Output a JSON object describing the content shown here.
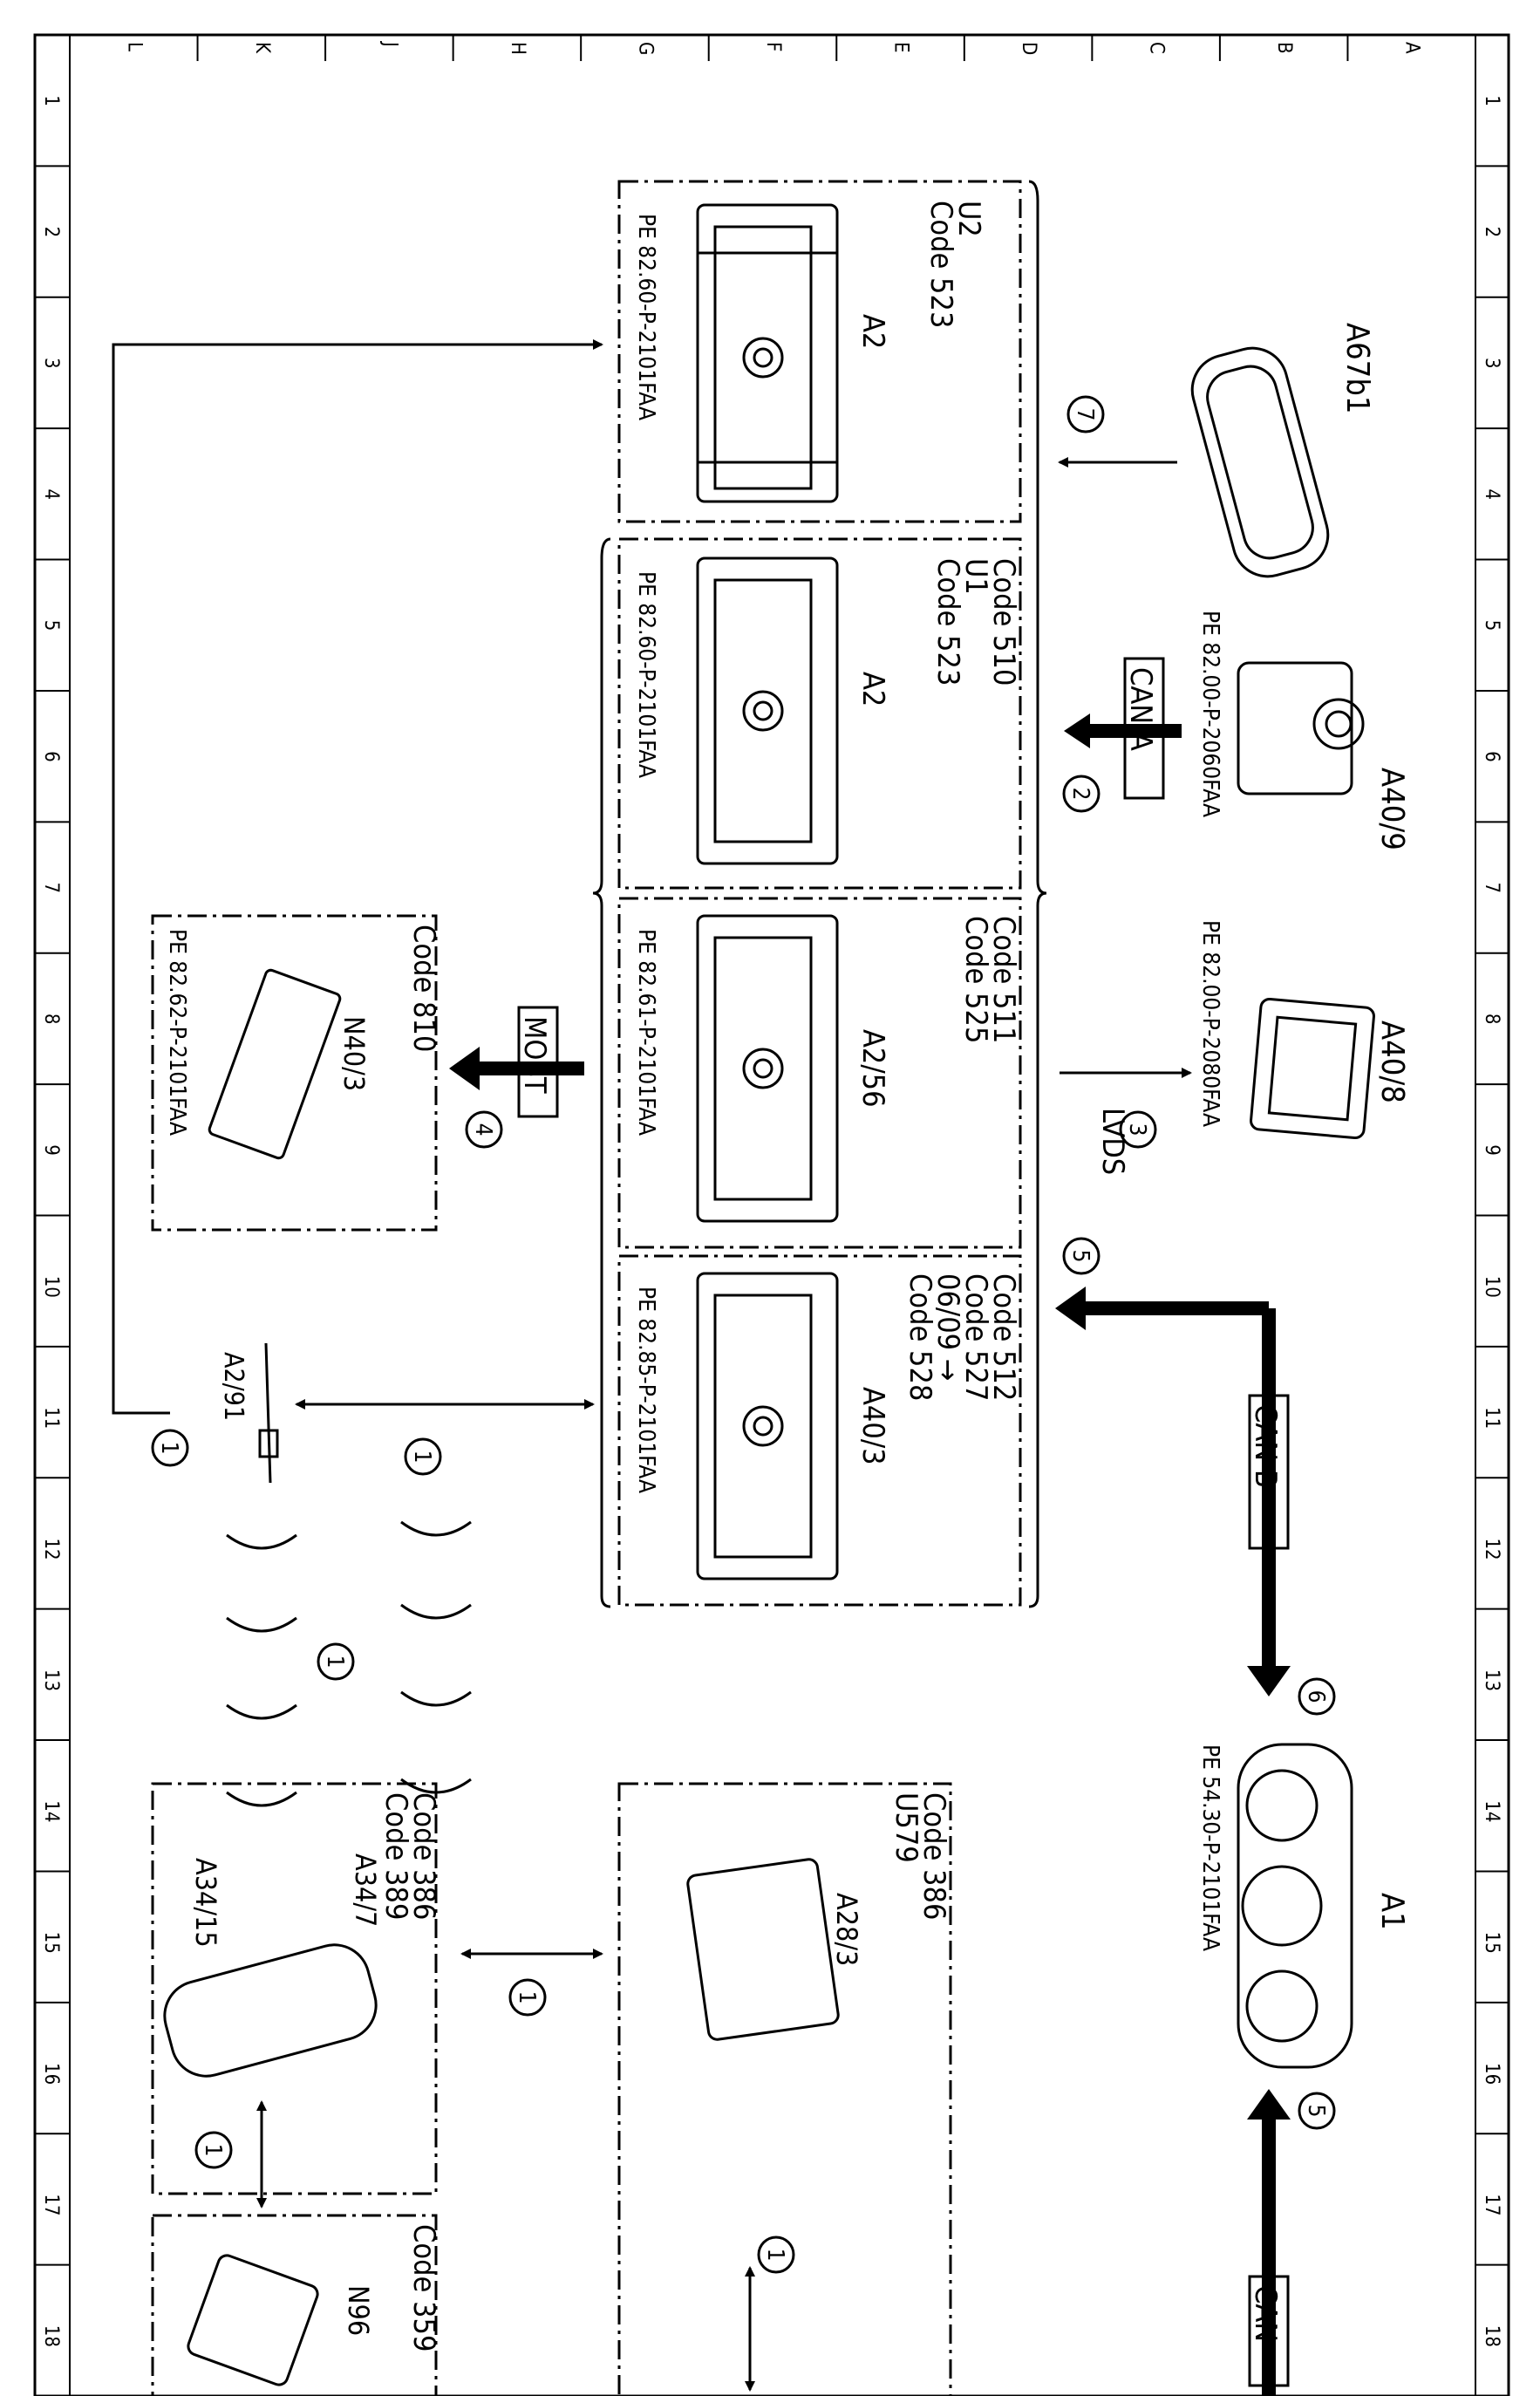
{
  "grid": {
    "columns": [
      "L",
      "K",
      "J",
      "H",
      "G",
      "F",
      "E",
      "D",
      "C",
      "B",
      "A"
    ],
    "rows": [
      "1",
      "2",
      "3",
      "4",
      "5",
      "6",
      "7",
      "8",
      "9",
      "10",
      "11",
      "12",
      "13",
      "14",
      "15",
      "16",
      "17",
      "18"
    ]
  },
  "components": {
    "a2_u2": {
      "codes": [
        "U2",
        "Code  523"
      ],
      "label": "A2",
      "ref": "PE  82.60-P-2101FAA"
    },
    "a2_u1": {
      "codes": [
        "Code  510",
        "U1",
        "Code  523"
      ],
      "label": "A2",
      "ref": "PE  82.60-P-2101FAA"
    },
    "a2_56": {
      "codes": [
        "Code  511",
        "Code  525"
      ],
      "label": "A2/56",
      "ref": "PE  82.61-P-2101FAA"
    },
    "a40_3": {
      "codes": [
        "Code  512",
        "Code  527",
        "06/09 →",
        "Code  528"
      ],
      "label": "A40/3",
      "ref": "PE  82.85-P-2101FAA"
    },
    "a67b1": {
      "label": "A67b1"
    },
    "a40_9": {
      "label": "A40/9",
      "ref": "PE  82.00-P-2060FAA"
    },
    "a40_8": {
      "label": "A40/8",
      "ref": "PE  82.00-P-2080FAA"
    },
    "a1": {
      "label": "A1",
      "ref": "PE  54.30-P-2101FAA"
    },
    "n40_3": {
      "codes": [
        "Code  810"
      ],
      "label": "N40/3",
      "ref": "PE  82.62-P-2101FAA"
    },
    "a2_91": {
      "label": "A2/91"
    },
    "a28_3": {
      "codes": [
        "Code  386",
        "U579"
      ],
      "label": "A28/3"
    },
    "a34": {
      "codes": [
        "Code  386",
        "Code  389"
      ],
      "label1": "A34/7",
      "label2": "A34/15"
    },
    "n96": {
      "codes": [
        "Code  359"
      ],
      "label": "N96"
    }
  },
  "buses": {
    "can_a": "CAN  A",
    "most": "MOST",
    "lvds": "LVDS",
    "can_b": "CAN  B",
    "can": "CAN"
  },
  "callouts": {
    "c1": "1",
    "c2": "2",
    "c3": "3",
    "c4": "4",
    "c5": "5",
    "c6": "6",
    "c7": "7"
  }
}
